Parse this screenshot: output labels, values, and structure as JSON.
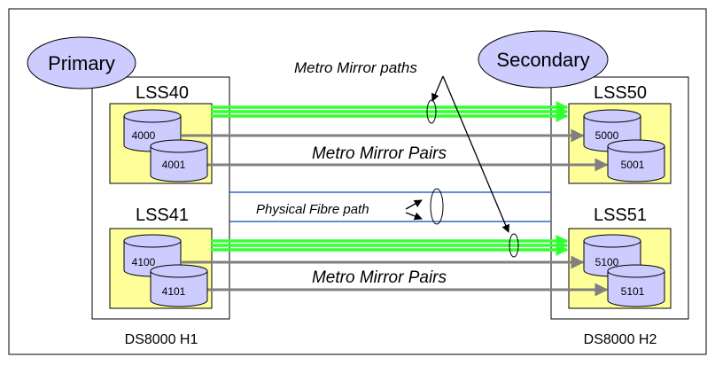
{
  "primary": {
    "site_label": "Primary",
    "storage_label": "DS8000 H1",
    "lss": [
      {
        "name": "LSS40",
        "volumes": [
          "4000",
          "4001"
        ]
      },
      {
        "name": "LSS41",
        "volumes": [
          "4100",
          "4101"
        ]
      }
    ]
  },
  "secondary": {
    "site_label": "Secondary",
    "storage_label": "DS8000 H2",
    "lss": [
      {
        "name": "LSS50",
        "volumes": [
          "5000",
          "5001"
        ]
      },
      {
        "name": "LSS51",
        "volumes": [
          "5100",
          "5101"
        ]
      }
    ]
  },
  "labels": {
    "metro_mirror_paths": "Metro Mirror paths",
    "metro_mirror_pairs": "Metro Mirror Pairs",
    "physical_fibre_path": "Physical Fibre path"
  },
  "colors": {
    "ellipse_fill": "#ccccff",
    "lss_fill": "#ffff99",
    "volume_fill": "#ccccff",
    "path_green": "#33ff33",
    "pair_arrow": "#808080",
    "fibre_blue": "#3366cc"
  }
}
